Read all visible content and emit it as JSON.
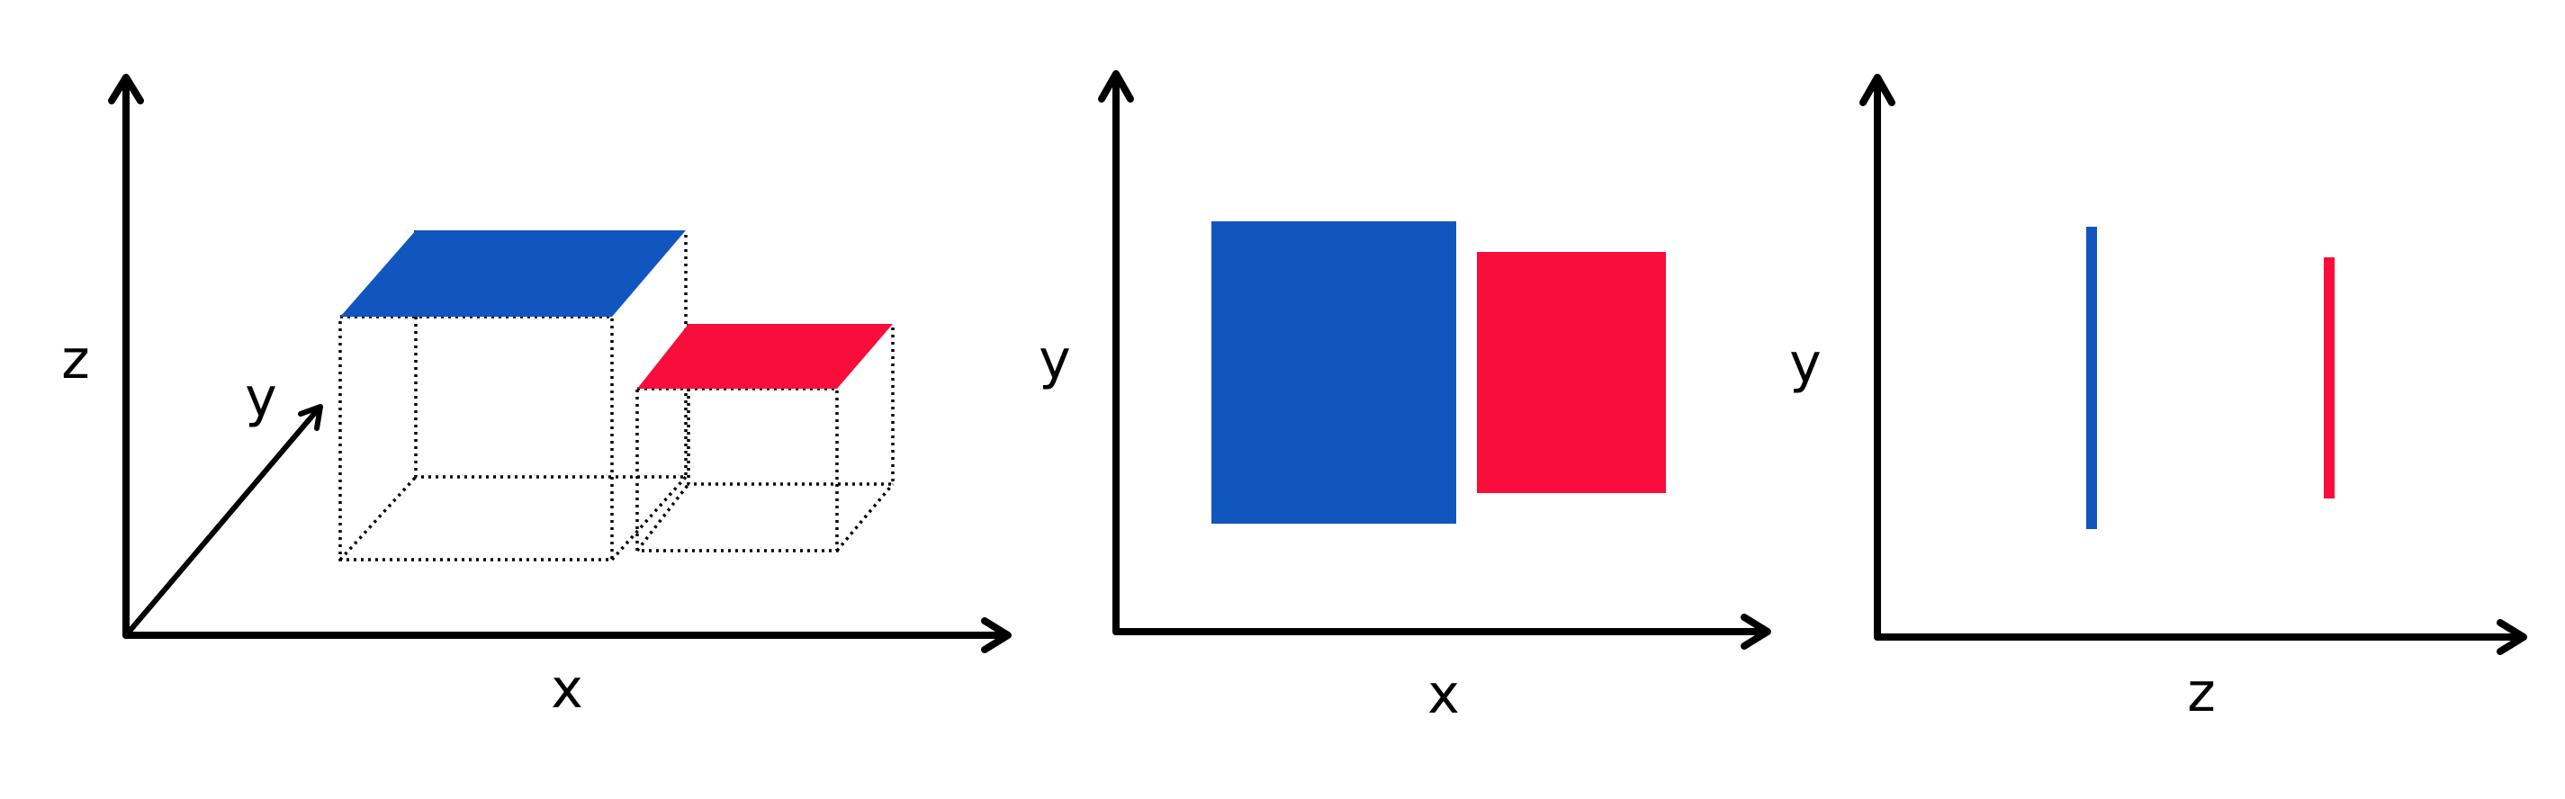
{
  "colors": {
    "blue": "#1155bf",
    "red": "#f90d3b",
    "axis": "#000000"
  },
  "panel_3d": {
    "x_label": "x",
    "y_label": "y",
    "z_label": "z"
  },
  "panel_xy": {
    "x_label": "x",
    "y_label": "y"
  },
  "panel_zy": {
    "x_label": "z",
    "y_label": "y"
  }
}
